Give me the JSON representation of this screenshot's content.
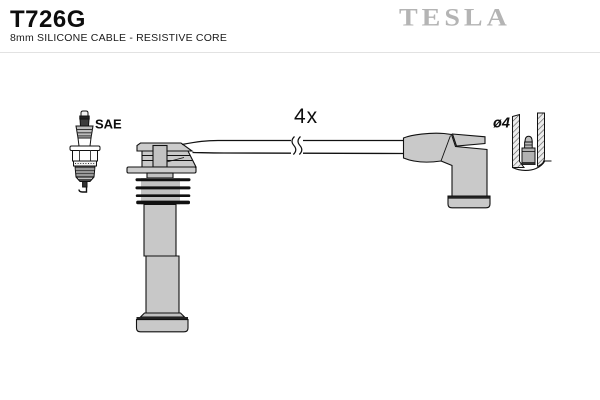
{
  "header": {
    "part_number": "T726G",
    "subtitle": "8mm SILICONE CABLE - RESISTIVE CORE",
    "brand": "TESLA"
  },
  "diagram": {
    "quantity_label": "4x",
    "spark_plug_label": "SAE",
    "diameter_label": "ø4",
    "icon_names": [
      "spark-plug-icon",
      "coil-boot-icon",
      "ignition-cable-icon",
      "elbow-boot-icon",
      "terminal-cross-section-icon"
    ]
  },
  "colors": {
    "brand_gray": "#b4b4b4",
    "boot_fill_gray": "#c9c9c9",
    "stem_fill_gray": "#c2c2c2",
    "outline_black": "#111111",
    "background": "#ffffff",
    "divider_gray": "#e2e2e2"
  }
}
